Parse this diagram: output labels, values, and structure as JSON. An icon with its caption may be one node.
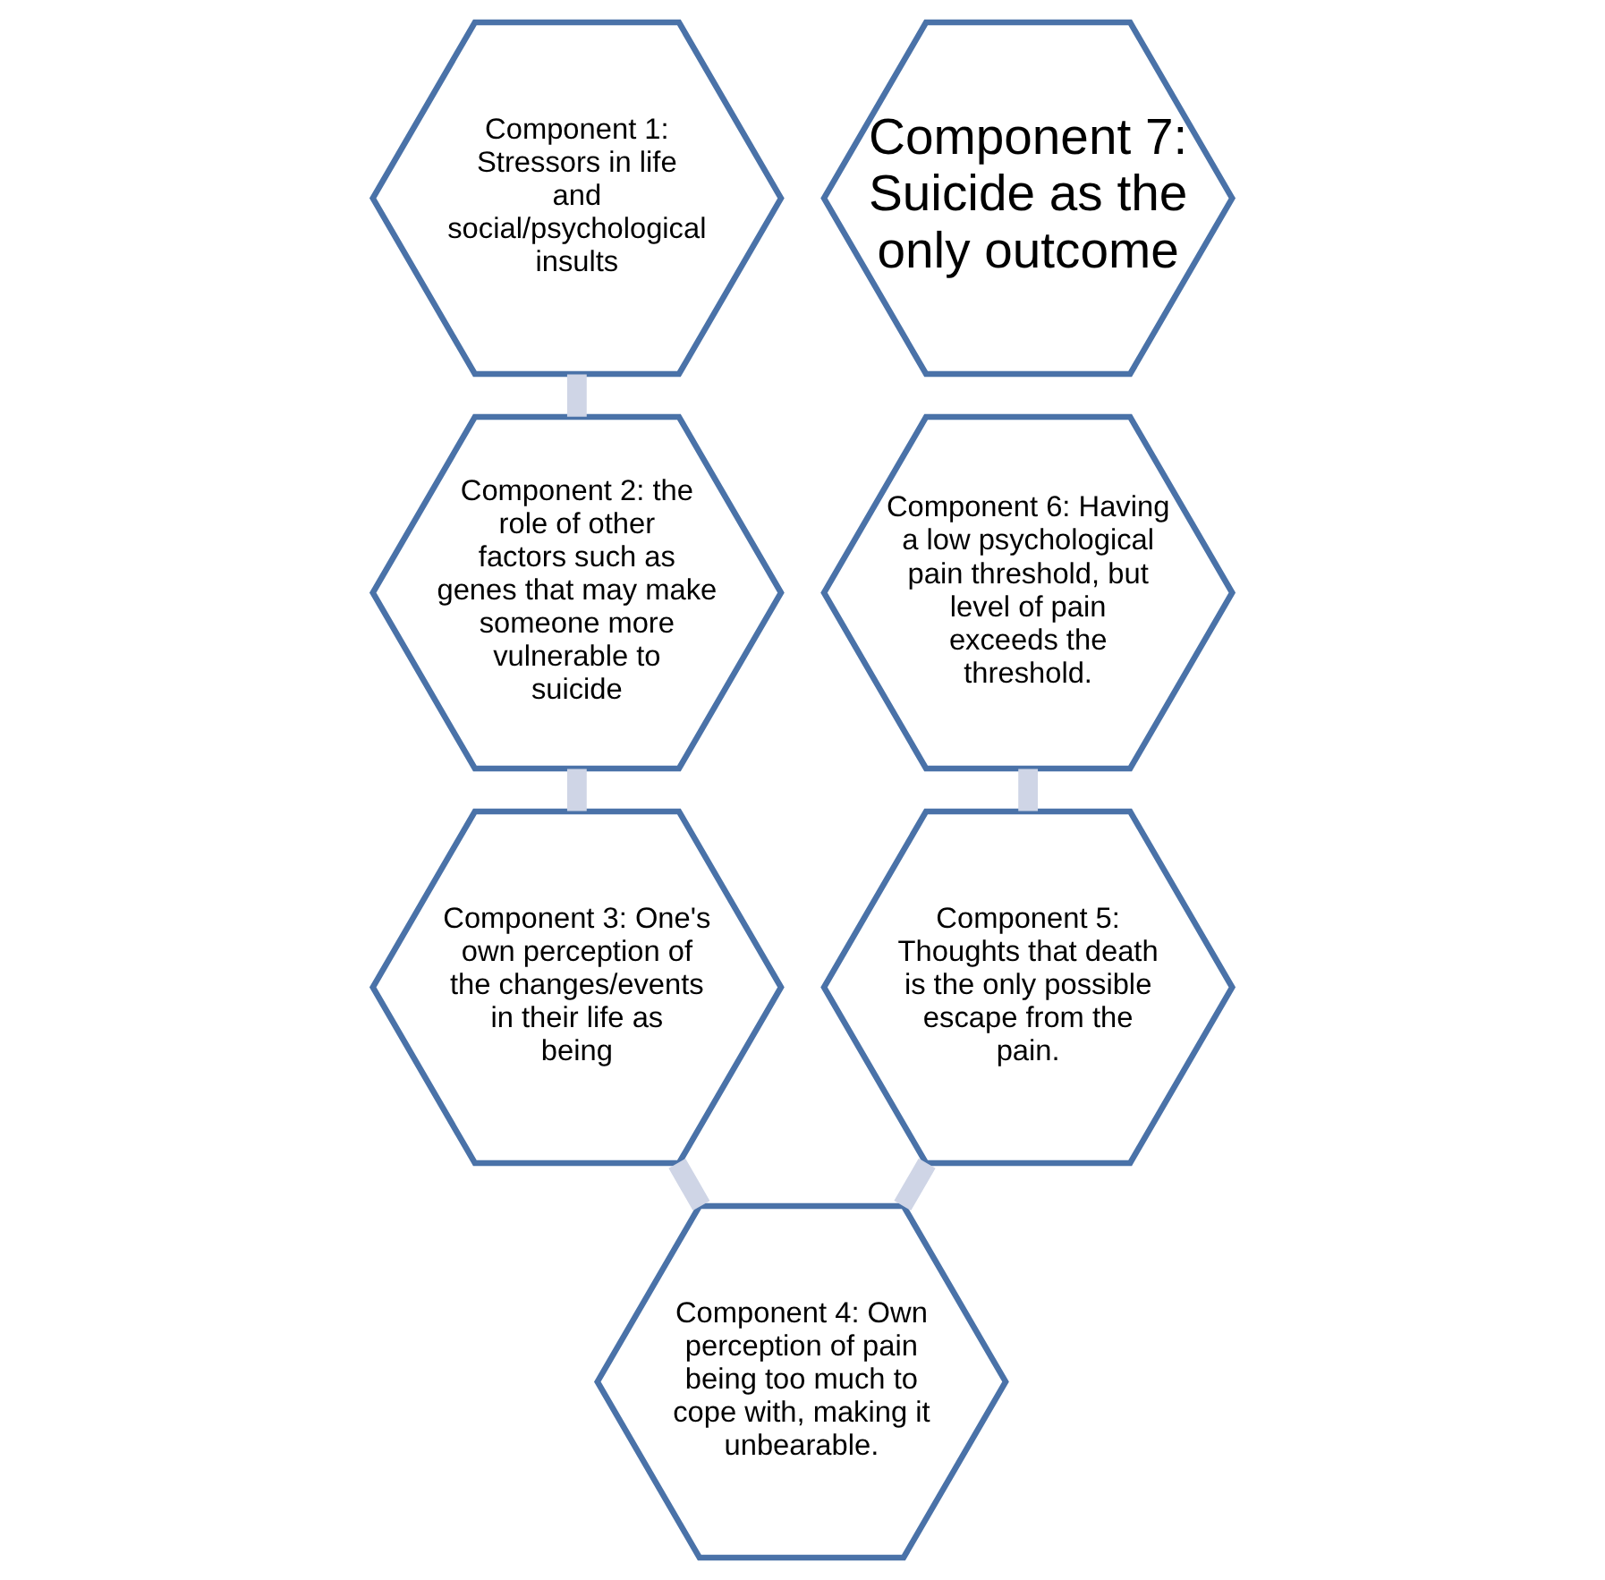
{
  "diagram": {
    "nodes": [
      {
        "text": [
          "Component 1: Stressors in life and social/psychological insults"
        ]
      },
      {
        "text": [
          "Component 2: the role of other factors such as genes that may make someone more vulnerable to suicide"
        ]
      },
      {
        "text": [
          "Component 3: One's own perception of the changes/events in their life as being"
        ]
      },
      {
        "text": [
          "Component 4: Own perception of pain being too much to cope with, making it unbearable."
        ]
      },
      {
        "text": [
          "Component 5: Thoughts that death is the only possible escape from the pain."
        ]
      },
      {
        "text": [
          "Component 6: Having a low psychological pain threshold, but level of pain exceeds the threshold."
        ]
      },
      {
        "text": [
          "Component 7: Suicide as the only outcome"
        ]
      }
    ],
    "edges": [
      {
        "from": 0,
        "to": 1,
        "arrow": "none"
      },
      {
        "from": 1,
        "to": 2,
        "arrow": "none"
      },
      {
        "from": 2,
        "to": 3,
        "arrow": "none"
      },
      {
        "from": 3,
        "to": 4,
        "arrow": "none"
      },
      {
        "from": 4,
        "to": 5,
        "arrow": "none"
      }
    ]
  }
}
